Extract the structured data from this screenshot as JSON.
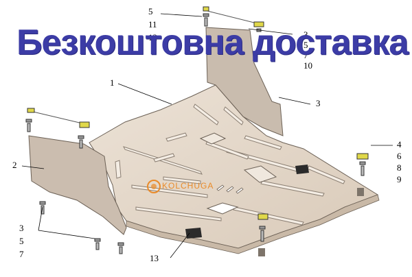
{
  "banner": {
    "text": "Безкоштовна  доставка",
    "color": "#3c3ca6"
  },
  "logo": {
    "text": "KOLCHUGA",
    "color": "#e98b2a"
  },
  "plate_color": "#e3d6c8",
  "callouts": {
    "top_left": [
      "5",
      "11",
      "12"
    ],
    "top_right": [
      "3",
      "5",
      "7",
      "10"
    ],
    "right_guard": "3",
    "main": "1",
    "left_guard": "2",
    "right_side": [
      "4",
      "6",
      "8",
      "9"
    ],
    "bottom_left": [
      "3",
      "5",
      "7"
    ],
    "bottom": "13"
  }
}
